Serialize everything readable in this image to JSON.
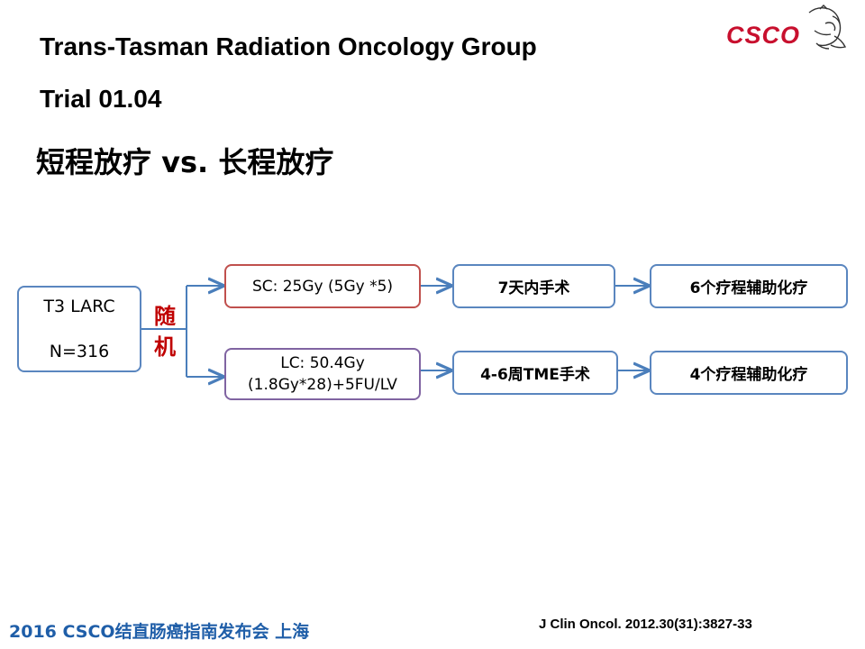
{
  "slide": {
    "title": "Trans-Tasman Radiation Oncology Group",
    "subtitle": "Trial 01.04",
    "heading": "短程放疗  vs. 长程放疗"
  },
  "logo": {
    "text": "CSCO",
    "color": "#c8102e"
  },
  "diagram": {
    "population": {
      "line1": "T3 LARC",
      "line2": "N=316"
    },
    "randomize": {
      "char1": "随",
      "char2": "机",
      "color": "#c00000"
    },
    "arms": [
      {
        "treatment_line1": "SC: 25Gy (5Gy *5)",
        "treatment_line2": "",
        "surgery": "7天内手术",
        "chemo": "6个疗程辅助化疗"
      },
      {
        "treatment_line1": "LC: 50.4Gy",
        "treatment_line2": "(1.8Gy*28)+5FU/LV",
        "surgery": "4-6周TME手术",
        "chemo": "4个疗程辅助化疗"
      }
    ],
    "colors": {
      "box_border": "#5a86bf",
      "arm1_border": "#c0504d",
      "arm2_border": "#8064a2",
      "arrow": "#4a7ebb"
    }
  },
  "footer": {
    "left": "2016 CSCO结直肠癌指南发布会  上海",
    "right": "J Clin Oncol. 2012.30(31):3827-33"
  }
}
